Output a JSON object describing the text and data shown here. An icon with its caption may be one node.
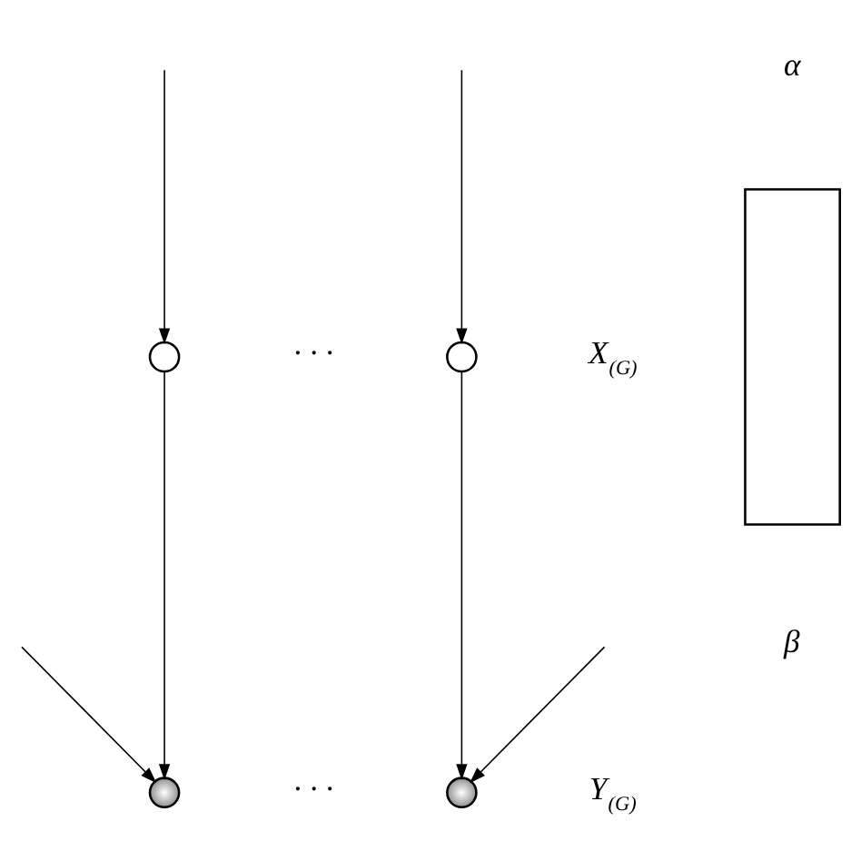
{
  "diagram": {
    "nodes": [
      {
        "text": [],
        "shape": "circle"
      },
      {
        "text": [],
        "shape": "circle"
      },
      {
        "text": [],
        "shape": "circle",
        "beside": [
          "X$_{(G)}$"
        ]
      },
      {
        "text": [],
        "shape": "circle",
        "beside": [
          "Y$_{(G)}$"
        ]
      },
      {
        "text": [],
        "shape": "box"
      }
    ],
    "edges": [
      {
        "from": null,
        "to": 0,
        "arrow": "to"
      },
      {
        "from": 0,
        "to": 1,
        "arrow": "to"
      },
      {
        "from": null,
        "to": 1,
        "arrow": "to"
      },
      {
        "from": null,
        "to": 2,
        "arrow": "to"
      },
      {
        "from": 2,
        "to": 3,
        "arrow": "to"
      },
      {
        "from": null,
        "to": 3,
        "arrow": "to"
      }
    ],
    "labels": [
      "α",
      "· · ·",
      "· · ·",
      "β"
    ]
  }
}
